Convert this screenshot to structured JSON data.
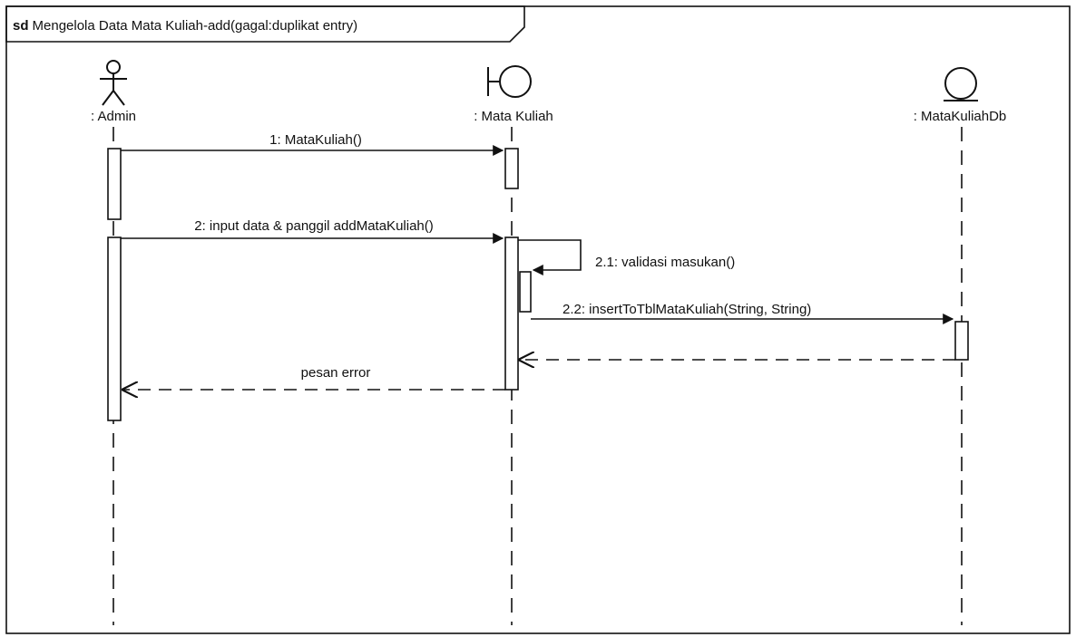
{
  "diagram": {
    "frame": {
      "keyword": "sd",
      "title": "Mengelola Data Mata Kuliah-add(gagal:duplikat entry)"
    },
    "lifelines": [
      {
        "id": "admin",
        "label": ": Admin",
        "icon": "actor-icon"
      },
      {
        "id": "ui",
        "label": ": Mata Kuliah",
        "icon": "boundary-icon"
      },
      {
        "id": "db",
        "label": ": MataKuliahDb",
        "icon": "entity-icon"
      }
    ],
    "messages": [
      {
        "id": "m1",
        "label": "1: MataKuliah()",
        "from": "admin",
        "to": "ui",
        "kind": "call"
      },
      {
        "id": "m2",
        "label": "2: input data & panggil addMataKuliah()",
        "from": "admin",
        "to": "ui",
        "kind": "call"
      },
      {
        "id": "m21",
        "label": "2.1: validasi masukan()",
        "from": "ui",
        "to": "ui",
        "kind": "self-call"
      },
      {
        "id": "m22",
        "label": "2.2: insertToTblMataKuliah(String, String)",
        "from": "ui",
        "to": "db",
        "kind": "call"
      },
      {
        "id": "r1",
        "label": "",
        "from": "db",
        "to": "ui",
        "kind": "return"
      },
      {
        "id": "r2",
        "label": "pesan error",
        "from": "ui",
        "to": "admin",
        "kind": "return"
      }
    ]
  }
}
